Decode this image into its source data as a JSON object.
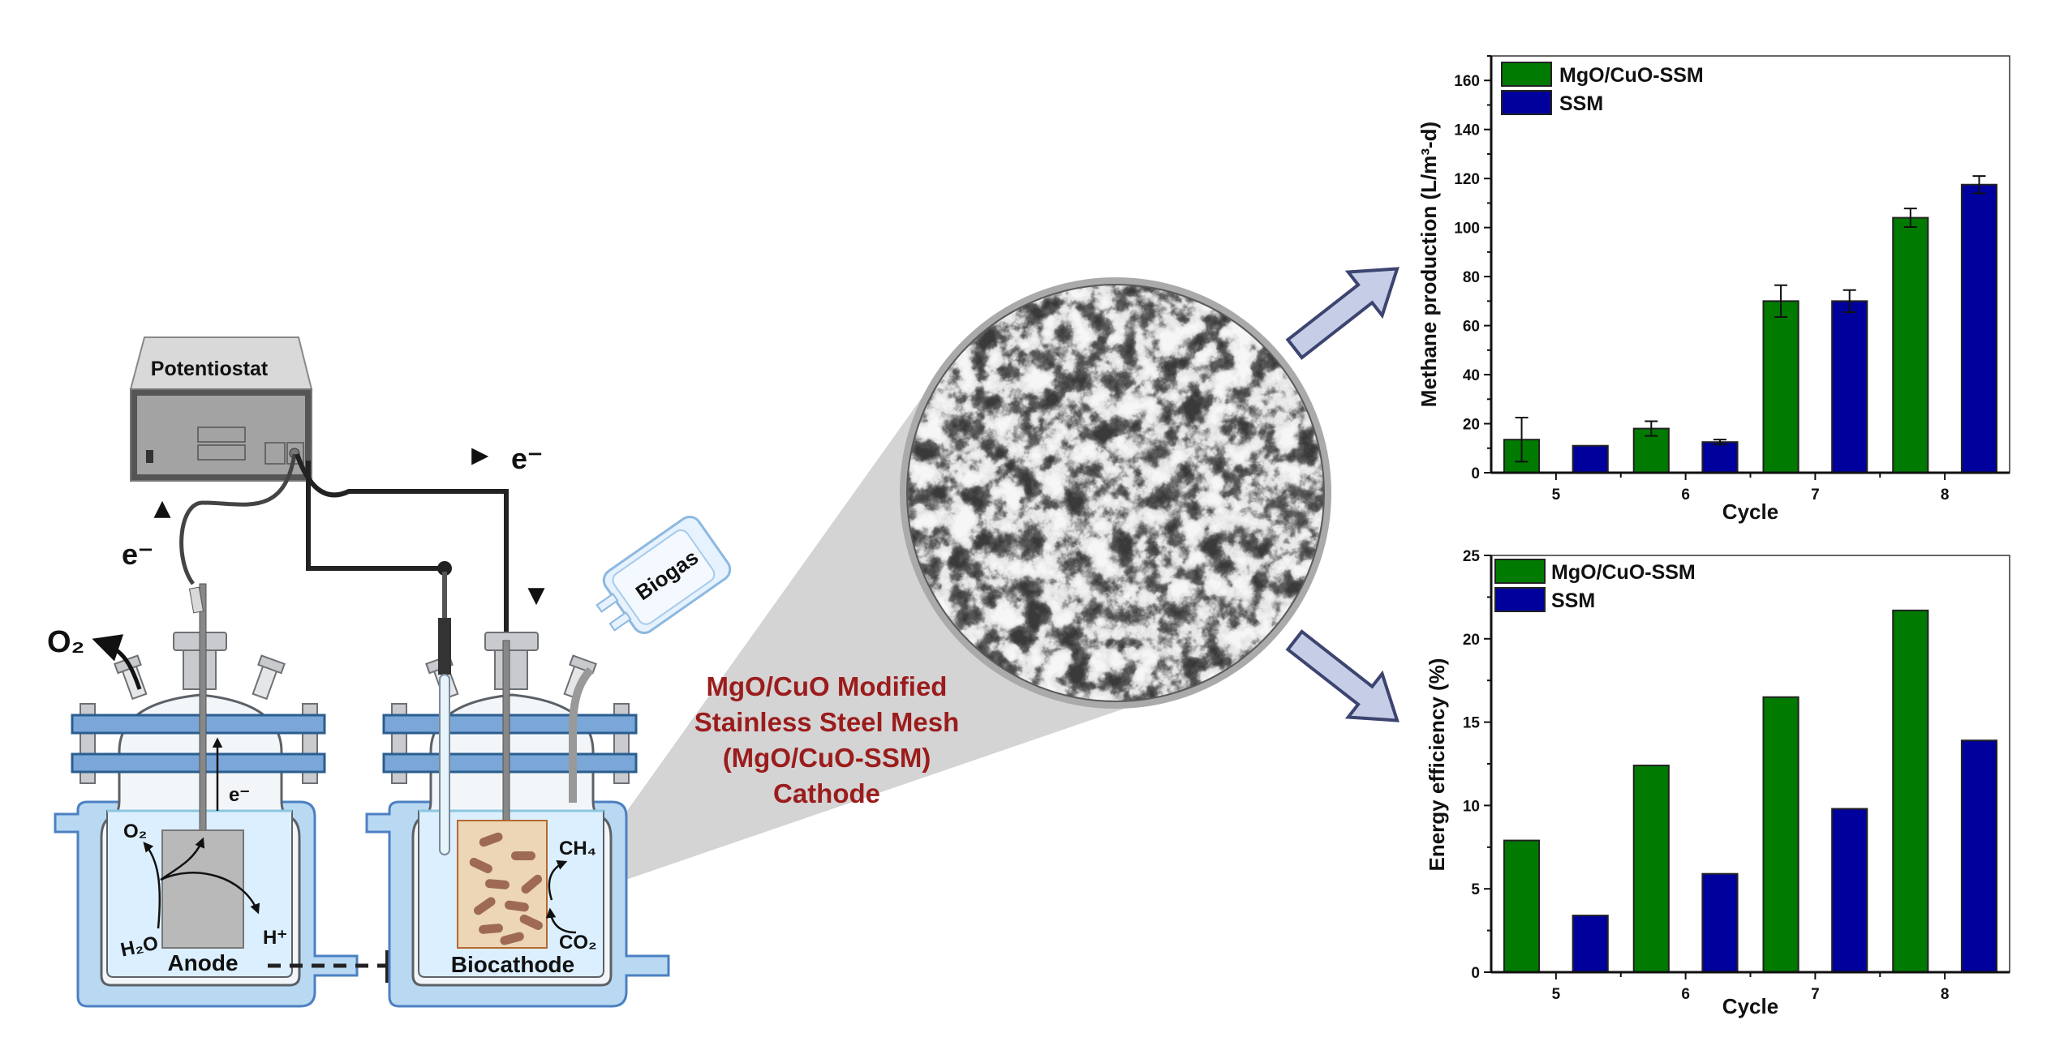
{
  "diagram": {
    "potentiostat_label": "Potentiostat",
    "electron_top": "e⁻",
    "electron_left": "e⁻",
    "electron_inner": "e⁻",
    "o2_out": "O₂",
    "o2_inner": "O₂",
    "h2o": "H₂O",
    "h_plus": "H⁺",
    "anode_label": "Anode",
    "biocathode_label": "Biocathode",
    "ch4": "CH₄",
    "co2": "CO₂",
    "biogas_label": "Biogas",
    "cathode_caption": [
      "MgO/CuO Modified",
      "Stainless Steel Mesh",
      "(MgO/CuO-SSM)",
      "Cathode"
    ]
  },
  "colors": {
    "green": "#007a00",
    "blue": "#00009c",
    "caption_red": "#9b1c1c"
  },
  "chart_data": [
    {
      "type": "bar",
      "title": "",
      "xlabel": "Cycle",
      "ylabel": "Methane production (L/m³-d)",
      "categories": [
        5,
        6,
        7,
        8
      ],
      "xlim": [
        4.5,
        8.5
      ],
      "ylim": [
        0,
        170
      ],
      "yticks": [
        0,
        20,
        40,
        60,
        80,
        100,
        120,
        140,
        160
      ],
      "legend_position": "top-left",
      "series": [
        {
          "name": "MgO/CuO-SSM",
          "color": "#007a00",
          "values": [
            13.5,
            18,
            70,
            104
          ],
          "error": [
            9,
            3,
            6.5,
            3.8
          ]
        },
        {
          "name": "SSM",
          "color": "#00009c",
          "values": [
            11,
            12.5,
            70,
            117.5
          ],
          "error": [
            0,
            1,
            4.5,
            3.5
          ]
        }
      ]
    },
    {
      "type": "bar",
      "title": "",
      "xlabel": "Cycle",
      "ylabel": "Energy efficiency (%)",
      "categories": [
        5,
        6,
        7,
        8
      ],
      "xlim": [
        4.5,
        8.5
      ],
      "ylim": [
        0,
        25
      ],
      "yticks": [
        0,
        5,
        10,
        15,
        20,
        25
      ],
      "legend_position": "top-left",
      "series": [
        {
          "name": "MgO/CuO-SSM",
          "color": "#007a00",
          "values": [
            7.9,
            12.4,
            16.5,
            21.7
          ]
        },
        {
          "name": "SSM",
          "color": "#00009c",
          "values": [
            3.4,
            5.9,
            9.8,
            13.9
          ]
        }
      ]
    }
  ]
}
